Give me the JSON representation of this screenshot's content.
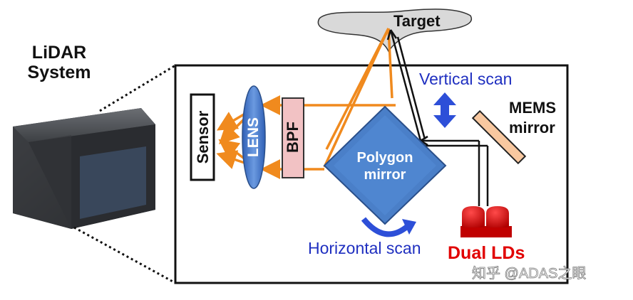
{
  "diagram": {
    "system_label_line1": "LiDAR",
    "system_label_line2": "System",
    "target": "Target",
    "vertical_scan": "Vertical scan",
    "mems_line1": "MEMS",
    "mems_line2": "mirror",
    "sensor": "Sensor",
    "lens": "LENS",
    "bpf": "BPF",
    "polygon_line1": "Polygon",
    "polygon_line2": "mirror",
    "horizontal_scan": "Horizontal scan",
    "dual_lds": "Dual LDs",
    "watermark": "知乎 @ADAS之眼"
  },
  "colors": {
    "beam": "#f08a1e",
    "polygon": "#4a7fc8",
    "lens": "#3e74c8",
    "bpf": "#f2c2c4",
    "mems": "#f8c8a0",
    "laser": "#e00000",
    "scan_arrow": "#2d4fd8",
    "text_blue": "#1f2fc0"
  }
}
